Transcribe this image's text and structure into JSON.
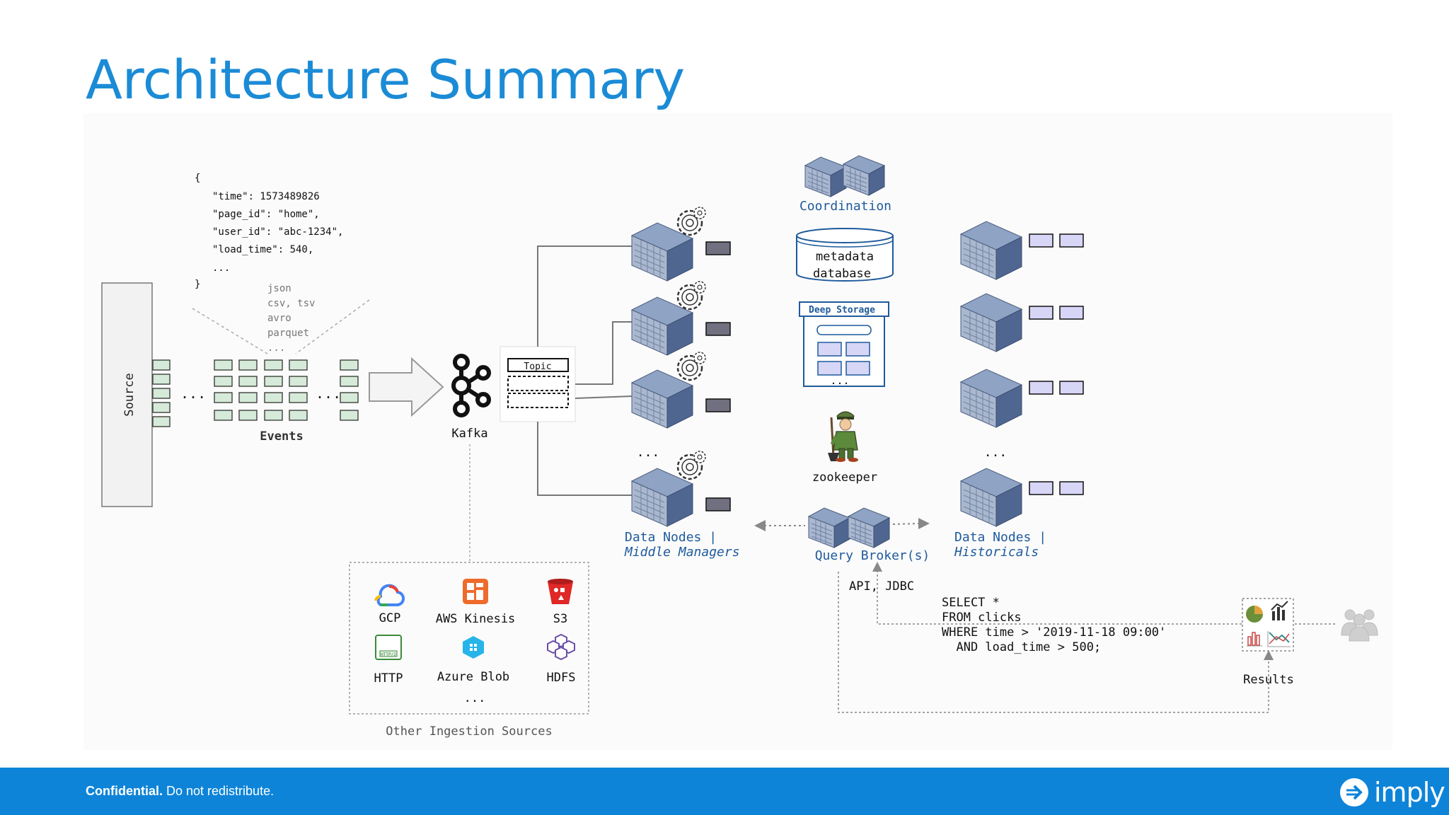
{
  "slide": {
    "title": "Architecture Summary"
  },
  "footer": {
    "confidential_bold": "Confidential.",
    "confidential_rest": " Do not redistribute.",
    "logo_text": "imply"
  },
  "source": {
    "label": "Source"
  },
  "event_json": {
    "lines": [
      "{",
      "\"time\": 1573489826",
      "\"page_id\":  \"home\",",
      "\"user_id\": \"abc-1234\",",
      "\"load_time\": 540,",
      "...",
      "}"
    ]
  },
  "formats": [
    "json",
    "csv, tsv",
    "avro",
    "parquet"
  ],
  "events": {
    "label": "Events",
    "ellipsis": "..."
  },
  "kafka": {
    "label": "Kafka",
    "topic": "Topic"
  },
  "middle_managers": {
    "line1": "Data Nodes |",
    "line2": "Middle Managers",
    "ellipsis": "..."
  },
  "coordination": {
    "label": "Coordination"
  },
  "metadata": {
    "line1": "metadata",
    "line2": "database"
  },
  "deep_storage": {
    "label": "Deep Storage",
    "ellipsis": "..."
  },
  "zookeeper": {
    "label": "zookeeper"
  },
  "historicals": {
    "line1": "Data Nodes |",
    "line2": "Historicals",
    "ellipsis": "..."
  },
  "broker": {
    "label": "Query Broker(s)",
    "api": "API, JDBC"
  },
  "sql": {
    "lines": [
      "SELECT *",
      "FROM clicks",
      "WHERE time > '2019-11-18 09:00'",
      "  AND load_time > 500;"
    ]
  },
  "results": {
    "label": "Results"
  },
  "ingestion": {
    "title": "Other Ingestion Sources",
    "sources": [
      "GCP",
      "AWS Kinesis",
      "S3",
      "HTTP",
      "Azure Blob",
      "HDFS"
    ],
    "ellipsis": "...",
    "http_badge": "HTTP/2"
  },
  "colors": {
    "title": "#1b8bd6",
    "footer": "#0d84d8",
    "server": "#5a6f95",
    "label_blue": "#1e5a9c",
    "event_cell": "#d5ead8",
    "segment": "#d7d6f7"
  }
}
